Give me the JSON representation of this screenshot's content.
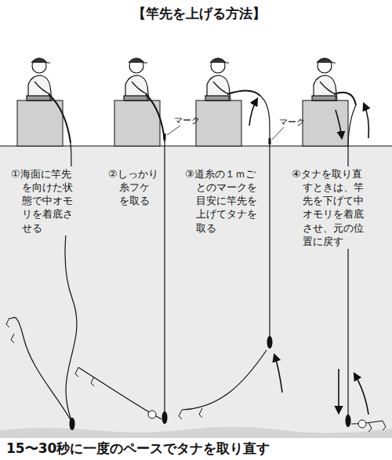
{
  "diagram": {
    "title": "【竿先を上げる方法】",
    "caption": "15〜30秒に一度のペースでタナを取り直す",
    "labels": [
      "①海面に竿先を向けた状態で中オモリを着底させる",
      "②しっかり糸フケを取る",
      "③道糸の１ｍごとのマークを目安に竿先を上げてタナを取る",
      "④タナを取り直すときは、竿先を下げて中オモリを着底させ、元の位置に戻す",
      "マーク",
      "マーク"
    ]
  }
}
